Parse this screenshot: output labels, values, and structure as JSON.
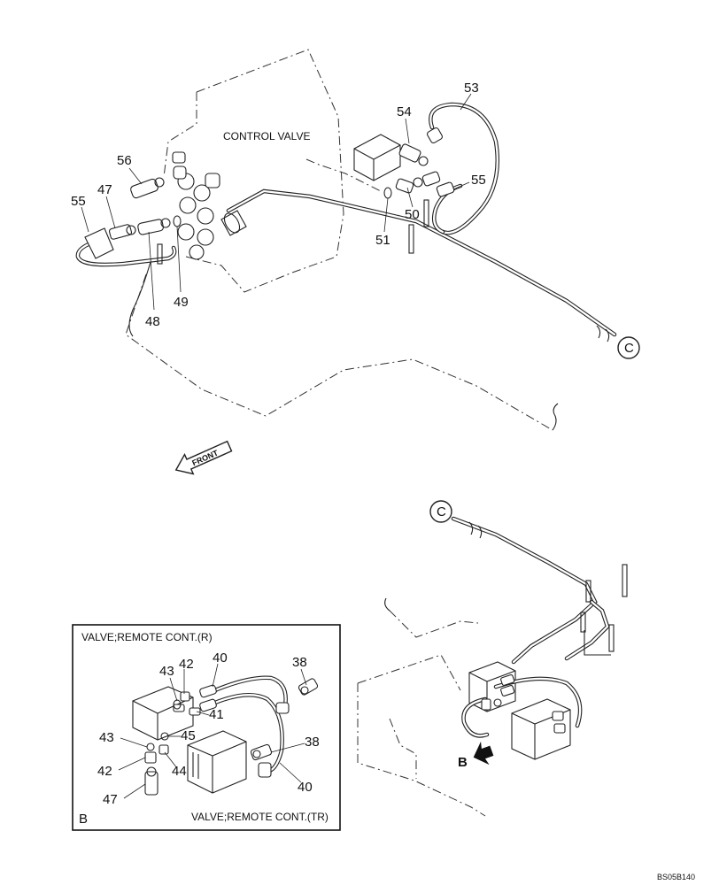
{
  "labels": {
    "control_valve": "CONTROL VALVE",
    "front": "FRONT",
    "section_c_top": "C",
    "section_c_bottom": "C",
    "view_b": "B",
    "inset_letter": "B",
    "inset_title_r": "VALVE;REMOTE CONT.(R)",
    "inset_title_tr": "VALVE;REMOTE CONT.(TR)",
    "drawing_code": "BS05B140"
  },
  "callouts_top": {
    "p53": "53",
    "p54": "54",
    "p55a": "55",
    "p56": "56",
    "p47": "47",
    "p55b": "55",
    "p50": "50",
    "p51": "51",
    "p48": "48",
    "p49": "49"
  },
  "callouts_inset": {
    "p43a": "43",
    "p42a": "42",
    "p40a": "40",
    "p38a": "38",
    "p41": "41",
    "p43b": "43",
    "p45": "45",
    "p42b": "42",
    "p44": "44",
    "p38b": "38",
    "p47": "47",
    "p40b": "40"
  },
  "colors": {
    "line": "#222222",
    "background": "#ffffff"
  }
}
